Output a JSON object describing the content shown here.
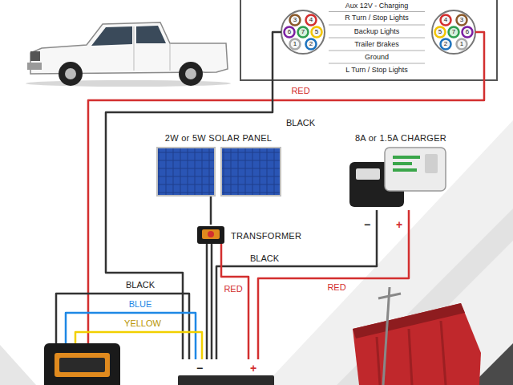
{
  "diagram": {
    "nodes": [
      {
        "text": [
          "2W or 5W SOLAR PANEL"
        ]
      },
      {
        "text": [
          "TRANSFORMER"
        ]
      },
      {
        "text": [
          "8A or 1.5A CHARGER"
        ]
      }
    ],
    "edges": [
      {
        "from": 0,
        "to": 1,
        "arrow": "none"
      }
    ],
    "labels": [
      "Aux 12V - Charging",
      "R Turn / Stop Lights",
      "Backup Lights",
      "Trailer Brakes",
      "Ground",
      "L Turn / Stop Lights",
      "3",
      "4",
      "6",
      "7",
      "2",
      "1",
      "5",
      "4",
      "3",
      "5",
      "7",
      "1",
      "2",
      "6",
      "RED",
      "BLACK",
      "BLACK",
      "RED",
      "RED",
      "BLACK",
      "BLUE",
      "YELLOW",
      "−",
      "+",
      "−",
      "+"
    ]
  }
}
